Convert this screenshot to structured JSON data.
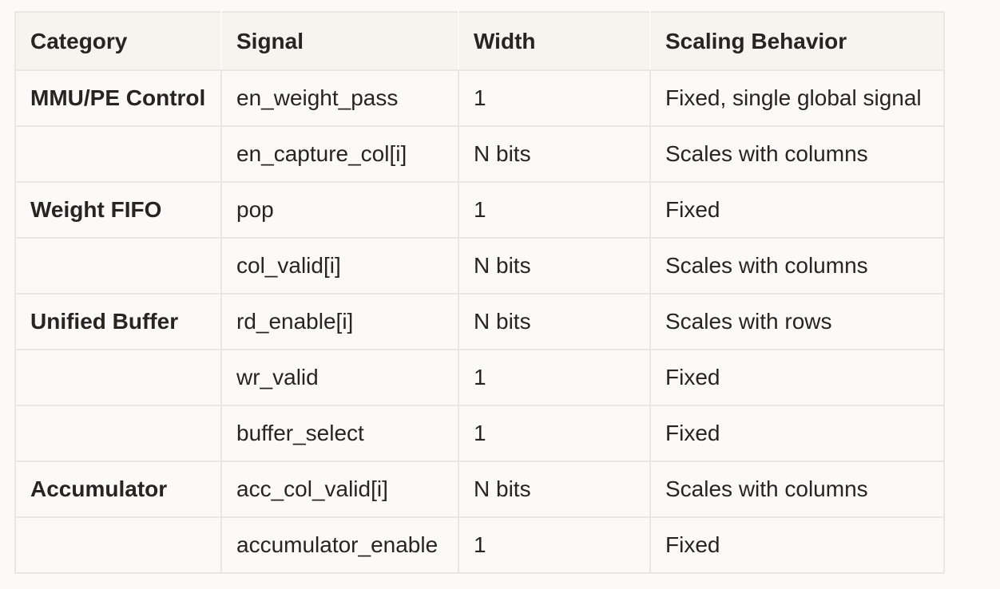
{
  "colors": {
    "page_bg": "#FBFAF8",
    "header_bg": "#F5F4EF",
    "border": "#E8E7E3",
    "text": "#262522"
  },
  "table": {
    "columns": [
      {
        "key": "category",
        "label": "Category"
      },
      {
        "key": "signal",
        "label": "Signal"
      },
      {
        "key": "width",
        "label": "Width"
      },
      {
        "key": "scaling",
        "label": "Scaling Behavior"
      }
    ],
    "rows": [
      {
        "category": "MMU/PE Control",
        "signal": "en_weight_pass",
        "width": "1",
        "scaling": "Fixed, single global signal"
      },
      {
        "category": "",
        "signal": "en_capture_col[i]",
        "width": "N bits",
        "scaling": "Scales with columns"
      },
      {
        "category": "Weight FIFO",
        "signal": "pop",
        "width": "1",
        "scaling": "Fixed"
      },
      {
        "category": "",
        "signal": "col_valid[i]",
        "width": "N bits",
        "scaling": "Scales with columns"
      },
      {
        "category": "Unified Buffer",
        "signal": "rd_enable[i]",
        "width": "N bits",
        "scaling": "Scales with rows"
      },
      {
        "category": "",
        "signal": "wr_valid",
        "width": "1",
        "scaling": "Fixed"
      },
      {
        "category": "",
        "signal": "buffer_select",
        "width": "1",
        "scaling": "Fixed"
      },
      {
        "category": "Accumulator",
        "signal": "acc_col_valid[i]",
        "width": "N bits",
        "scaling": "Scales with columns"
      },
      {
        "category": "",
        "signal": "accumulator_enable",
        "width": "1",
        "scaling": "Fixed"
      }
    ]
  }
}
